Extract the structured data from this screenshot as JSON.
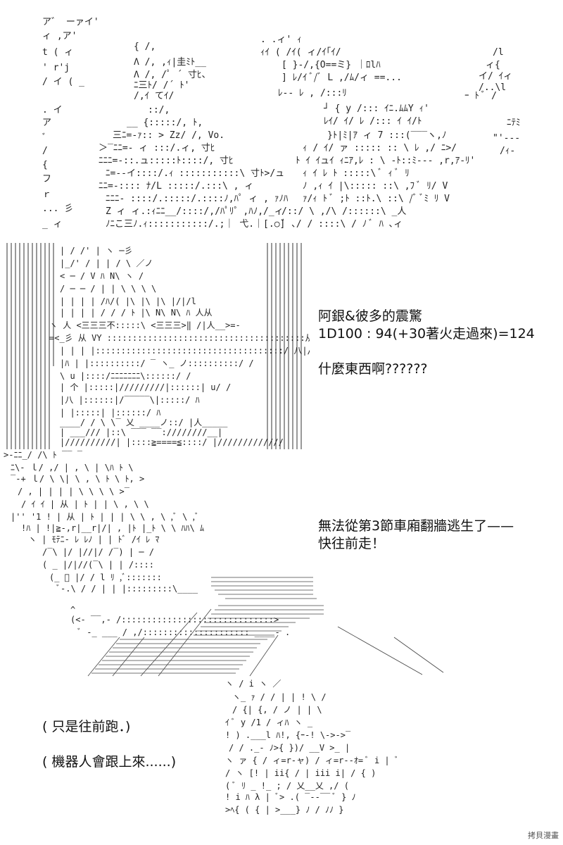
{
  "captions": {
    "line1": "阿銀&彼多的震驚",
    "line2": "1D100 : 94(+30著火走過來)=124",
    "line3": "什麼東西啊??????",
    "line4": "無法從第3節車廂翻牆逃生了——",
    "line5": "快往前走！",
    "line6": "( 只是往前跑．)",
    "line7": "( 機器人會跟上來......)"
  },
  "watermark": "拷貝漫畫"
}
